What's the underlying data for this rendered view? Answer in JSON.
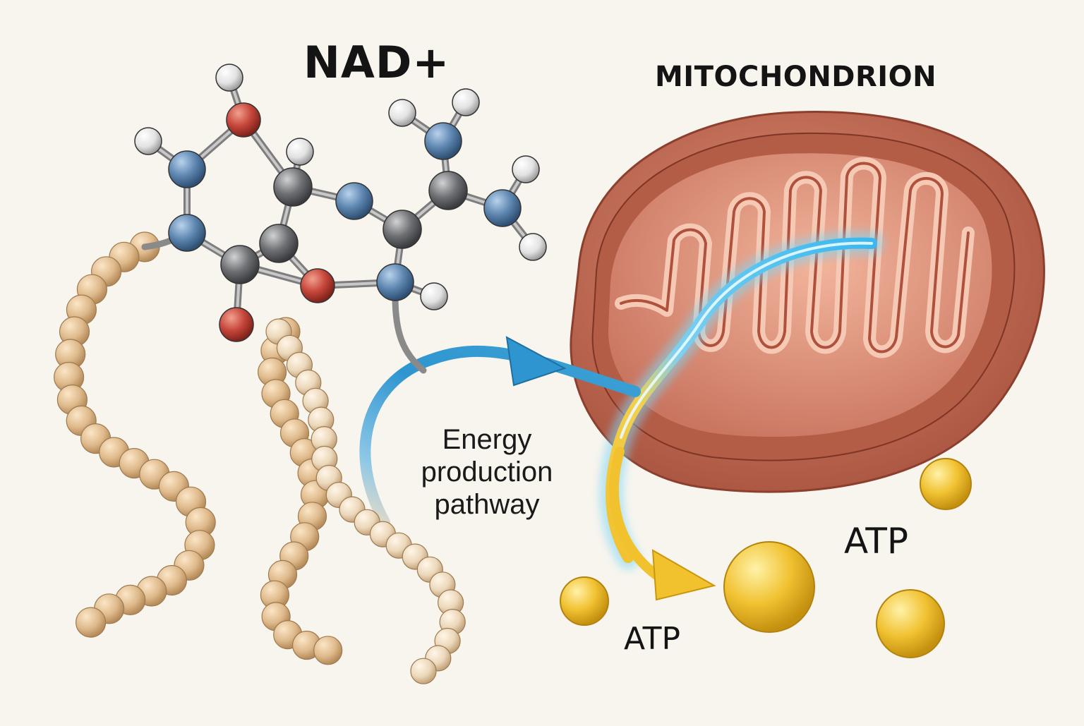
{
  "labels": {
    "molecule": "NAD+",
    "organelle": "MITOCHONDRION",
    "pathway_lines": [
      "Energy",
      "production",
      "pathway"
    ],
    "atp_1": "ATP",
    "atp_2": "ATP"
  },
  "colors": {
    "background": "#f8f5ee",
    "atom_nitrogen": "#5d86b0",
    "atom_carbon": "#6e7074",
    "atom_oxygen": "#c6463a",
    "atom_hydrogen": "#e6e6e6",
    "bead_chain": "#dfba8c",
    "mitochondrion": "#c8705b",
    "pathway_blue": "#3a9fd4",
    "pathway_yellow": "#f2c12e",
    "atp_sphere": "#f1c232"
  },
  "icons": [
    "nad-molecule-icon",
    "mitochondrion-icon",
    "atp-sphere-icon",
    "arrow-icon"
  ]
}
